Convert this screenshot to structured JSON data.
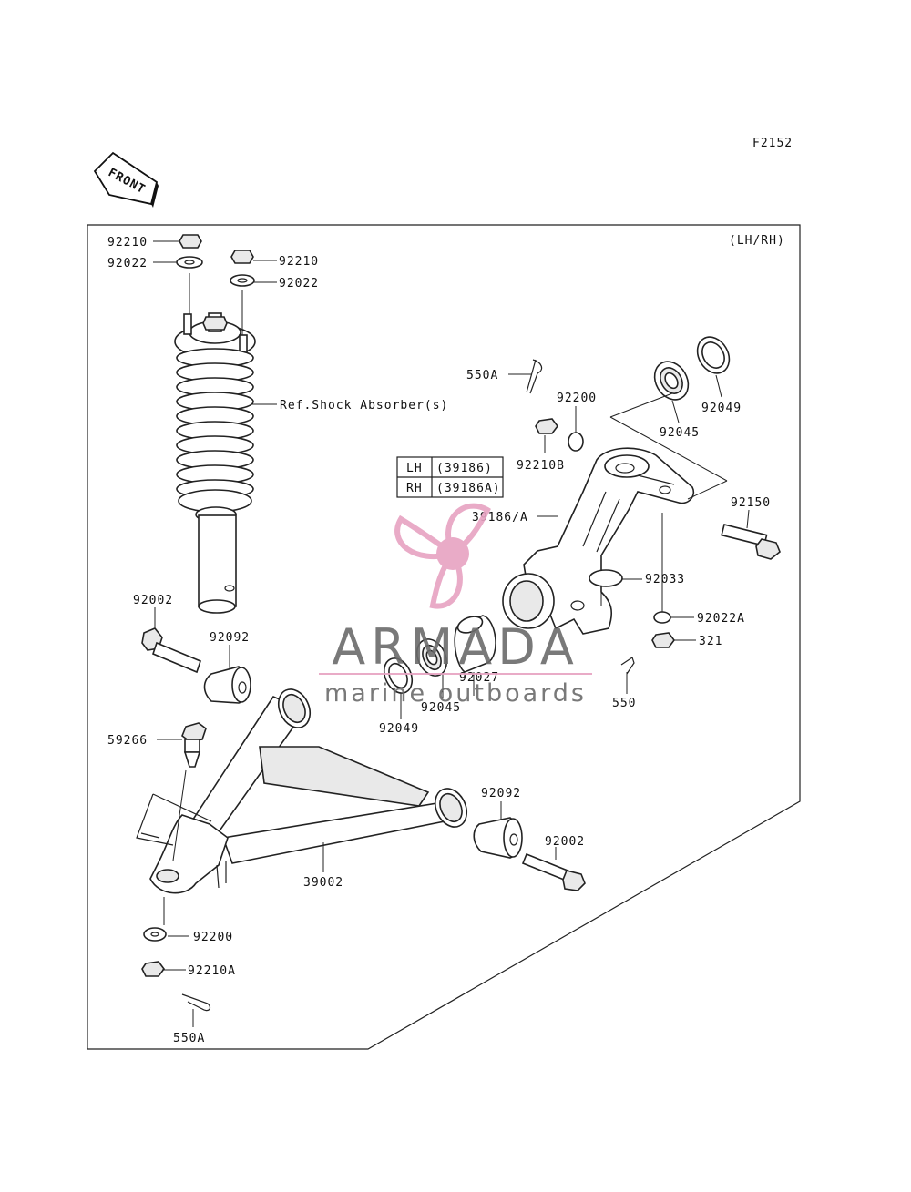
{
  "figure_code": "F2152",
  "side_note": "(LH/RH)",
  "front_arrow_label": "FRONT",
  "lh_rh_table": {
    "rows": [
      {
        "side": "LH",
        "part": "(39186)"
      },
      {
        "side": "RH",
        "part": "(39186A)"
      }
    ]
  },
  "callouts": {
    "c92210_left": "92210",
    "c92022_left": "92022",
    "c92210_right": "92210",
    "c92022_right": "92022",
    "shock_ref": "Ref.Shock Absorber(s)",
    "c550A_top": "550A",
    "c92200_top": "92200",
    "c92210B": "92210B",
    "c92045_top": "92045",
    "c92049_top": "92049",
    "c92150": "92150",
    "c39186A": "39186/A",
    "c92033": "92033",
    "c92022A": "92022A",
    "c321": "321",
    "c92002_top": "92002",
    "c92092_top": "92092",
    "c92027": "92027",
    "c92045_bottom": "92045",
    "c92049_bottom": "92049",
    "c550": "550",
    "c59266": "59266",
    "c92092_bottom": "92092",
    "c92002_bottom": "92002",
    "c39002": "39002",
    "c92200_bottom": "92200",
    "c92210A": "92210A",
    "c550A_bottom": "550A"
  },
  "watermark": {
    "name": "ARMADA",
    "tagline": "marine outboards",
    "accent_color": "#e7a2c2",
    "text_color": "#6b6b6b"
  }
}
